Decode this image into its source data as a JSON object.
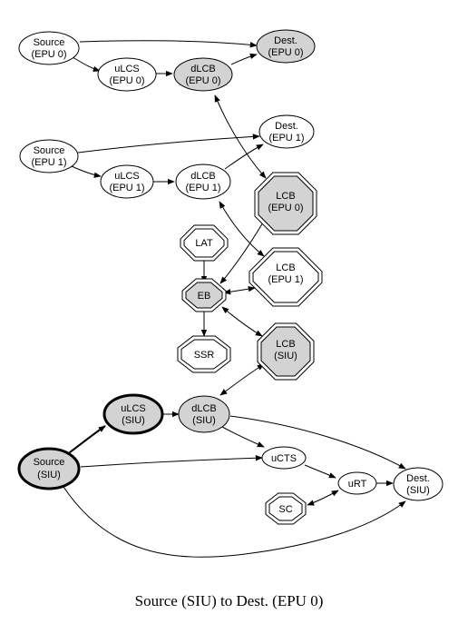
{
  "caption": "Source (SIU) to Dest. (EPU 0)",
  "colors": {
    "filled": "#d3d3d3",
    "empty": "#ffffff",
    "stroke": "#000000"
  },
  "nodes": {
    "src0": {
      "lines": [
        "Source",
        "(EPU 0)"
      ]
    },
    "dest0": {
      "lines": [
        "Dest.",
        "(EPU 0)"
      ]
    },
    "ulcs0": {
      "lines": [
        "uLCS",
        "(EPU 0)"
      ]
    },
    "dlcb0": {
      "lines": [
        "dLCB",
        "(EPU 0)"
      ]
    },
    "src1": {
      "lines": [
        "Source",
        "(EPU 1)"
      ]
    },
    "dest1": {
      "lines": [
        "Dest.",
        "(EPU 1)"
      ]
    },
    "ulcs1": {
      "lines": [
        "uLCS",
        "(EPU 1)"
      ]
    },
    "dlcb1": {
      "lines": [
        "dLCB",
        "(EPU 1)"
      ]
    },
    "lcb0": {
      "lines": [
        "LCB",
        "(EPU 0)"
      ]
    },
    "lat": {
      "lines": [
        "LAT"
      ]
    },
    "lcb1": {
      "lines": [
        "LCB",
        "(EPU 1)"
      ]
    },
    "eb": {
      "lines": [
        "EB"
      ]
    },
    "ssr": {
      "lines": [
        "SSR"
      ]
    },
    "lcbsiu": {
      "lines": [
        "LCB",
        "(SIU)"
      ]
    },
    "ulcssiu": {
      "lines": [
        "uLCS",
        "(SIU)"
      ]
    },
    "dlcbsiu": {
      "lines": [
        "dLCB",
        "(SIU)"
      ]
    },
    "srcsiu": {
      "lines": [
        "Source",
        "(SIU)"
      ]
    },
    "ucts": {
      "lines": [
        "uCTS"
      ]
    },
    "urt": {
      "lines": [
        "uRT"
      ]
    },
    "destsiu": {
      "lines": [
        "Dest.",
        "(SIU)"
      ]
    },
    "sc": {
      "lines": [
        "SC"
      ]
    }
  }
}
